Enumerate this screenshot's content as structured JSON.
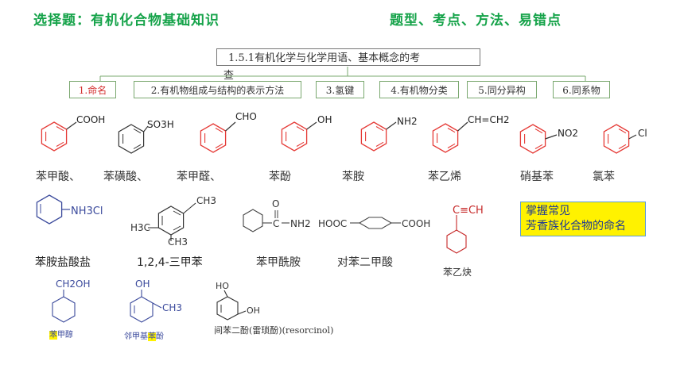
{
  "header": {
    "left_title": "选择题：有机化合物基础知识",
    "right_title": "题型、考点、方法、易错点"
  },
  "topic": {
    "title": "1.5.1有机化学与化学用语、基本概念的考",
    "overflow": "查"
  },
  "categories": [
    {
      "label": "1.命名",
      "active": true
    },
    {
      "label": "2.有机物组成与结构的表示方法",
      "active": false
    },
    {
      "label": "3.氢键",
      "active": false
    },
    {
      "label": "4.有机物分类",
      "active": false
    },
    {
      "label": "5.同分异构",
      "active": false
    },
    {
      "label": "6.同系物",
      "active": false
    }
  ],
  "row1": {
    "substituents": [
      "COOH",
      "SO3H",
      "CHO",
      "OH",
      "NH2",
      "CH=CH2",
      "NO2",
      "Cl"
    ],
    "names": [
      "苯甲酸、",
      "苯磺酸、",
      "苯甲醛、",
      "苯酚",
      "苯胺",
      "苯乙烯",
      "硝基苯",
      "氯苯"
    ]
  },
  "row2": {
    "formulas": {
      "nh3cl": "NH3Cl",
      "ch3": "CH3",
      "h3c": "H3C",
      "amide_o": "O",
      "amide_c": "C",
      "amide_nh2": "NH2",
      "hooc_left": "HOOC",
      "cooh_right": "COOH",
      "alkyne": "C≡CH"
    },
    "names": [
      "苯胺盐酸盐",
      "1,2,4-三甲苯",
      "苯甲酰胺",
      "对苯二甲酸",
      "苯乙炔"
    ]
  },
  "note": {
    "line1": "掌握常见",
    "line2": "芳香族化合物的命名"
  },
  "row3": {
    "formulas": {
      "ch2oh": "CH2OH",
      "oh": "OH",
      "ch3": "CH3",
      "ho": "HO",
      "oh2": "OH"
    },
    "names": {
      "benzyl_alcohol_hl": "苯",
      "benzyl_alcohol_rest": "甲醇",
      "cresol_pre": "邻甲基",
      "cresol_hl": "苯",
      "cresol_post": "酚",
      "resorcinol": "间苯二酚(雷琐酚)(resorcinol)"
    }
  },
  "colors": {
    "header_green": "#16a34a",
    "ring_red": "#e53935",
    "highlight": "#fff200",
    "blue_struct": "#3b4a9c"
  }
}
